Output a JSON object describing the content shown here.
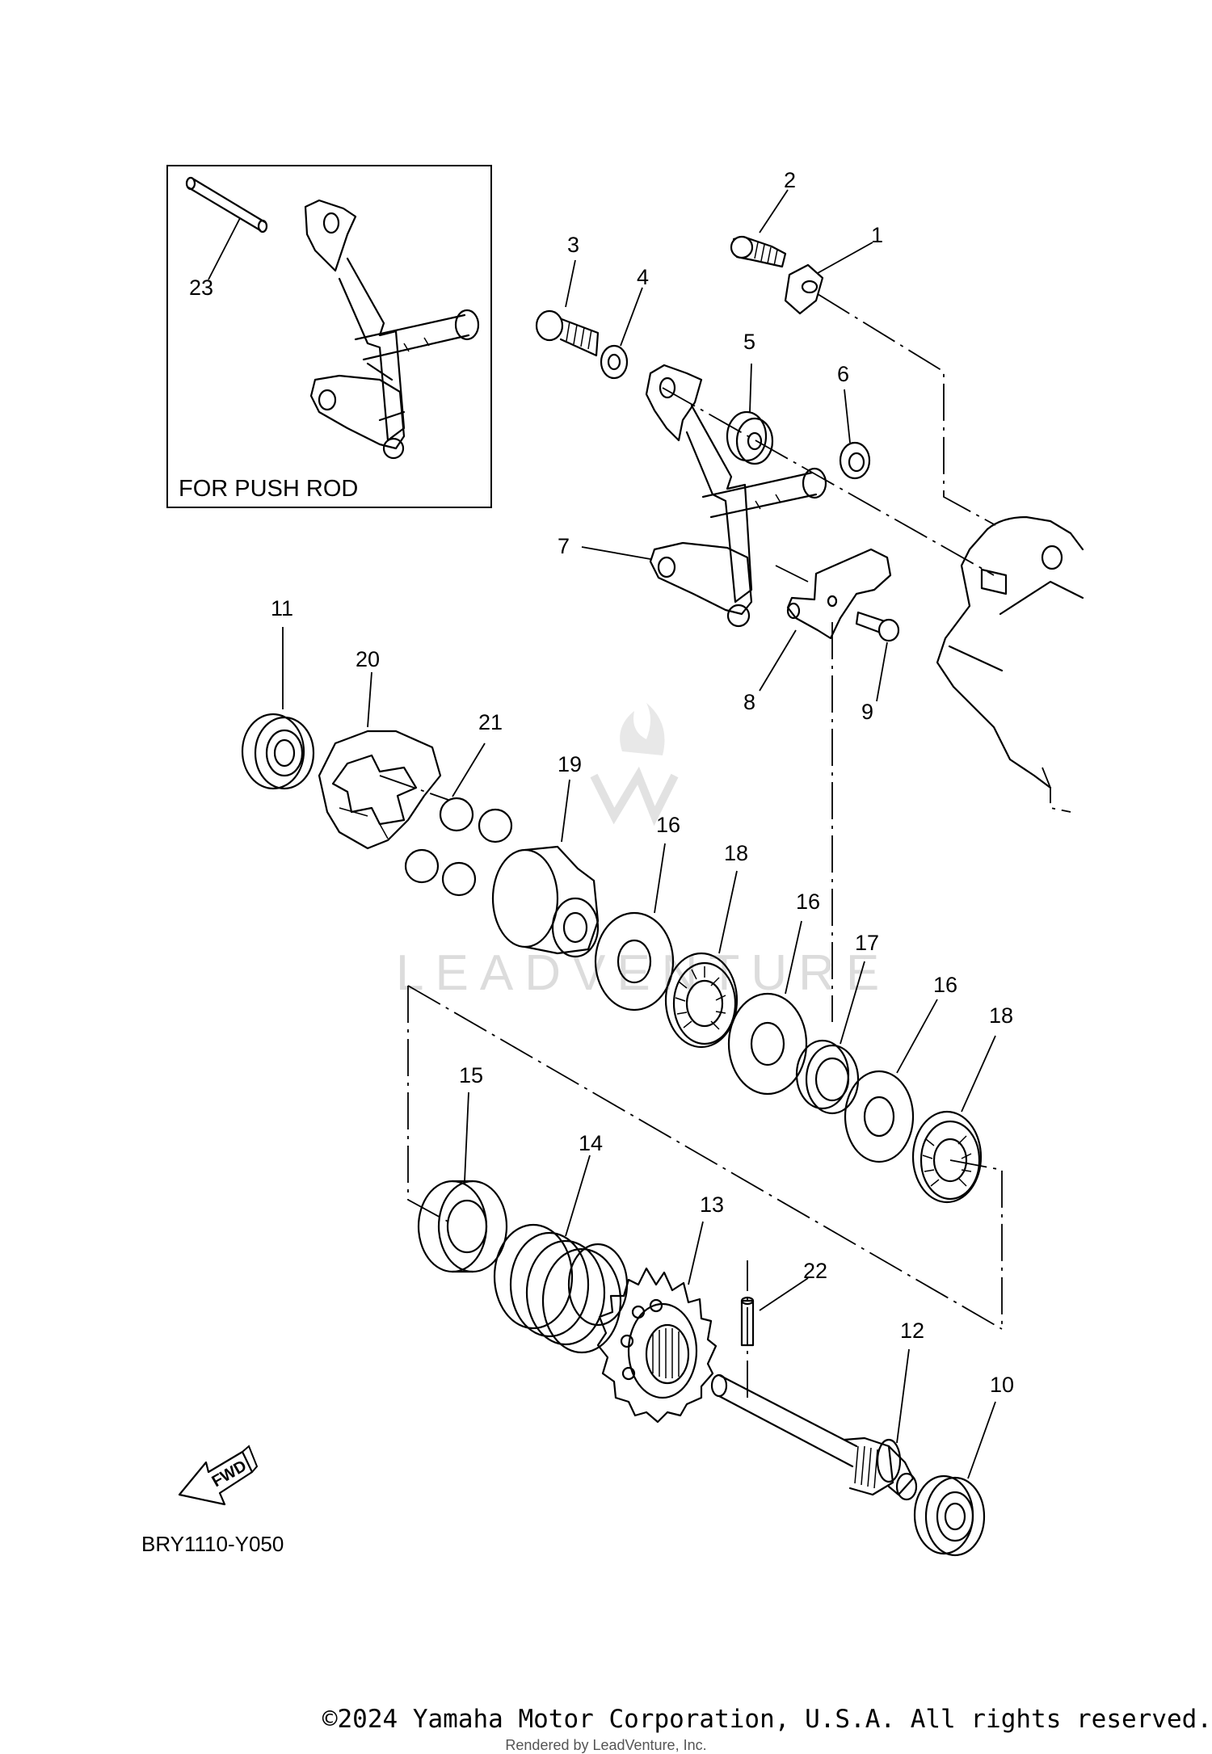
{
  "inset": {
    "label": "FOR PUSH ROD",
    "callout": "23"
  },
  "callouts": {
    "c1": "1",
    "c2": "2",
    "c3": "3",
    "c4": "4",
    "c5": "5",
    "c6": "6",
    "c7": "7",
    "c8": "8",
    "c9": "9",
    "c10": "10",
    "c11": "11",
    "c12": "12",
    "c13": "13",
    "c14": "14",
    "c15": "15",
    "c16a": "16",
    "c16b": "16",
    "c16c": "16",
    "c17": "17",
    "c18a": "18",
    "c18b": "18",
    "c19": "19",
    "c20": "20",
    "c21": "21",
    "c22": "22"
  },
  "fwd_label": "FWD",
  "diagram_code": "BRY1110-Y050",
  "watermark": "LEADVENTURE",
  "copyright": "©2024 Yamaha Motor Corporation, U.S.A. All rights reserved.",
  "rendered_by": "Rendered by LeadVenture, Inc."
}
